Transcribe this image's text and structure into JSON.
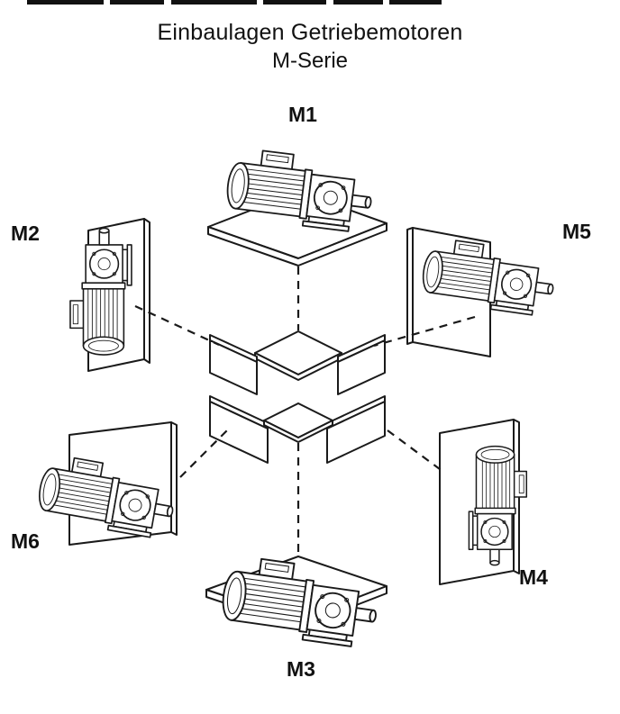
{
  "page": {
    "background": "#ffffff",
    "line_color": "#1a1a1a"
  },
  "title": {
    "line1": "Einbaulagen Getriebemotoren",
    "line2": "M-Serie"
  },
  "mounting_positions": [
    {
      "id": "M1",
      "label": "M1",
      "placement": "top-center"
    },
    {
      "id": "M2",
      "label": "M2",
      "placement": "left"
    },
    {
      "id": "M3",
      "label": "M3",
      "placement": "bottom-center"
    },
    {
      "id": "M4",
      "label": "M4",
      "placement": "bottom-right"
    },
    {
      "id": "M5",
      "label": "M5",
      "placement": "right"
    },
    {
      "id": "M6",
      "label": "M6",
      "placement": "bottom-left"
    }
  ]
}
